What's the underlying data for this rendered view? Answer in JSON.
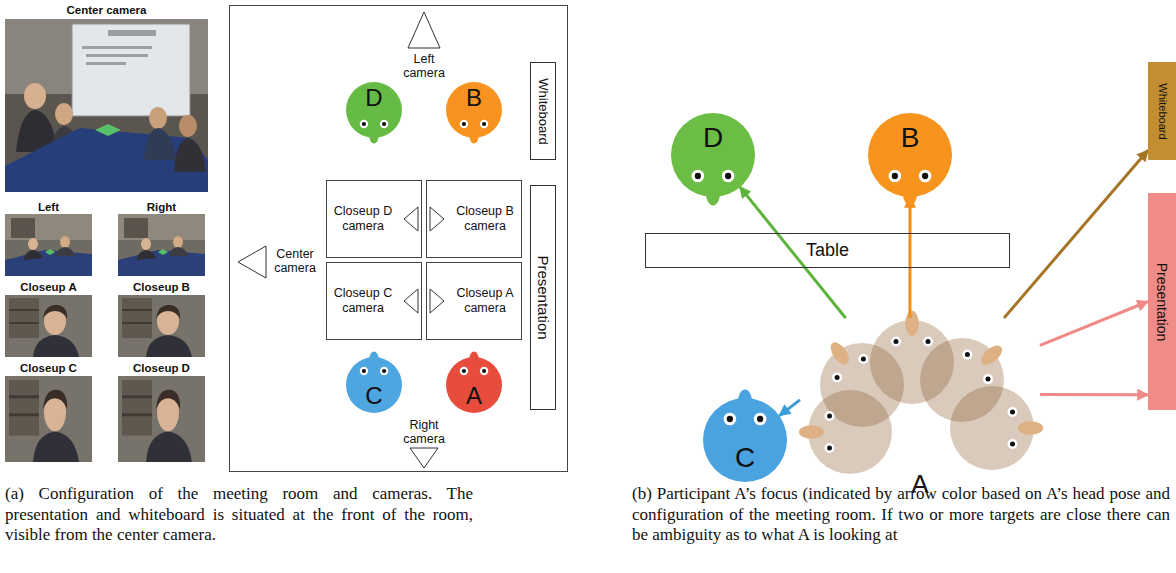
{
  "diagram": {
    "nodes": [
      {
        "text": [
          "Left camera",
          "Center camera",
          "Right camera"
        ]
      },
      {
        "text": [
          "D"
        ],
        "in": 0
      },
      {
        "text": [
          "B"
        ],
        "in": 0
      },
      {
        "text": [
          "Closeup D camera"
        ],
        "in": 0
      },
      {
        "text": [
          "Closeup B camera"
        ],
        "in": 0
      },
      {
        "text": [
          "Closeup C camera"
        ],
        "in": 0
      },
      {
        "text": [
          "Closeup A camera"
        ],
        "in": 0
      },
      {
        "text": [
          "Whiteboard"
        ],
        "in": 0
      },
      {
        "text": [
          "Presentation"
        ],
        "in": 0
      },
      {
        "text": [
          "C"
        ],
        "in": 0
      },
      {
        "text": [
          "A"
        ],
        "in": 0
      },
      {
        "text": [
          "D"
        ]
      },
      {
        "text": [
          "B"
        ]
      },
      {
        "text": [
          "Whiteboard"
        ]
      },
      {
        "text": [
          "Table"
        ]
      },
      {
        "text": [
          "Presentation"
        ]
      },
      {
        "text": [
          "C"
        ]
      },
      {
        "text": [
          "A"
        ]
      }
    ],
    "edges": [
      {
        "from": 17,
        "to": 11,
        "arrow": "to"
      },
      {
        "from": 17,
        "to": 12,
        "arrow": "to"
      },
      {
        "from": 17,
        "to": 13,
        "arrow": "to"
      },
      {
        "from": 17,
        "to": 15,
        "arrow": "to"
      },
      {
        "from": 17,
        "to": 15,
        "arrow": "to"
      },
      {
        "from": 17,
        "to": 16,
        "arrow": "to"
      }
    ],
    "labels": [
      "Center camera",
      "Left",
      "Right",
      "Closeup A",
      "Closeup B",
      "Closeup C",
      "Closeup D",
      "(a) Configuration of the meeting room and cameras. The presentation and whiteboard is situated at the front of the room, visible from the center camera.",
      "(b) Participant A’s focus (indicated by arrow color based on A’s head pose and configuration of the meeting room. If two or more targets are close there can be ambiguity as to what A is looking at"
    ]
  }
}
